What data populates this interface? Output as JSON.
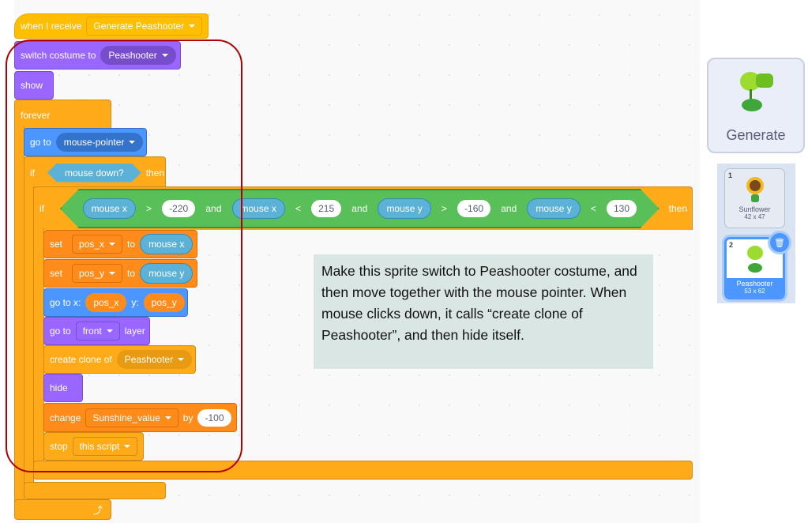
{
  "script": {
    "hat": {
      "label": "when I receive",
      "message": "Generate Peashooter"
    },
    "switch_costume": {
      "label": "switch costume to",
      "costume": "Peashooter"
    },
    "show": "show",
    "forever": "forever",
    "go_to": {
      "label": "go to",
      "target": "mouse-pointer"
    },
    "if_mouse": {
      "if": "if",
      "cond": "mouse down?",
      "then": "then"
    },
    "if_bounds": {
      "if": "if",
      "then": "then",
      "conditions": [
        {
          "left": "mouse x",
          "op": ">",
          "right": "-220"
        },
        {
          "left": "mouse x",
          "op": "<",
          "right": "215"
        },
        {
          "left": "mouse y",
          "op": ">",
          "right": "-160"
        },
        {
          "left": "mouse y",
          "op": "<",
          "right": "130"
        }
      ],
      "and": "and"
    },
    "set_x": {
      "set": "set",
      "var": "pos_x",
      "to": "to",
      "value": "mouse x"
    },
    "set_y": {
      "set": "set",
      "var": "pos_y",
      "to": "to",
      "value": "mouse y"
    },
    "goto_xy": {
      "label": "go to x:",
      "x": "pos_x",
      "ylabel": "y:",
      "y": "pos_y"
    },
    "layer": {
      "label": "go to",
      "value": "front",
      "suffix": "layer"
    },
    "clone": {
      "label": "create clone of",
      "value": "Peashooter"
    },
    "hide": "hide",
    "change": {
      "label": "change",
      "var": "Sunshine_value",
      "by": "by",
      "value": "-100"
    },
    "stop": {
      "label": "stop",
      "value": "this script"
    }
  },
  "note": "Make this sprite switch to Peashooter costume, and then move together with the mouse pointer. When mouse clicks down, it calls “create clone of Peashooter”, and then hide itself.",
  "generate_button": "Generate",
  "costumes": [
    {
      "index": "1",
      "name": "Sunflower",
      "size": "42 x 47"
    },
    {
      "index": "2",
      "name": "Peashooter",
      "size": "53 x 62",
      "selected": true
    }
  ]
}
